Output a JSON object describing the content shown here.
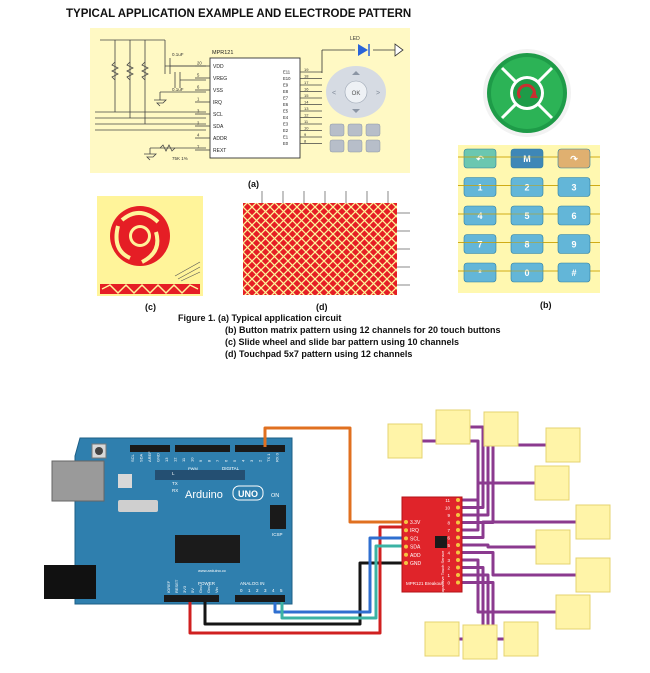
{
  "header": {
    "title": "TYPICAL APPLICATION EXAMPLE AND ELECTRODE PATTERN"
  },
  "circuit": {
    "chip": "MPR121",
    "led_label": "LED",
    "cap1": "0.1uF",
    "cap2": "0.1uF",
    "resistor": "75K 1%",
    "left_pins": [
      {
        "n": "20",
        "name": "VDD"
      },
      {
        "n": "5",
        "name": "VREG"
      },
      {
        "n": "6",
        "name": "VSS"
      },
      {
        "n": "1",
        "name": "IRQ"
      },
      {
        "n": "3",
        "name": "SCL"
      },
      {
        "n": "2",
        "name": "SDA"
      },
      {
        "n": "4",
        "name": "ADDR"
      },
      {
        "n": "7",
        "name": "REXT"
      }
    ],
    "right_pins": [
      {
        "n": "19",
        "name": "E11"
      },
      {
        "n": "18",
        "name": "E10"
      },
      {
        "n": "17",
        "name": "E9"
      },
      {
        "n": "16",
        "name": "E8"
      },
      {
        "n": "15",
        "name": "E7"
      },
      {
        "n": "14",
        "name": "E6"
      },
      {
        "n": "13",
        "name": "E5"
      },
      {
        "n": "12",
        "name": "E4"
      },
      {
        "n": "11",
        "name": "E3"
      },
      {
        "n": "10",
        "name": "E2"
      },
      {
        "n": "9",
        "name": "E1"
      },
      {
        "n": "8",
        "name": "E0"
      }
    ],
    "pad_labels": {
      "ok": "OK",
      "left": "<",
      "right": ">"
    },
    "caption": "(a)"
  },
  "keypad": {
    "keys": [
      "↶",
      "M",
      "↷",
      "1",
      "2",
      "3",
      "4",
      "5",
      "6",
      "7",
      "8",
      "9",
      "*",
      "0",
      "#"
    ],
    "caption": "(b)"
  },
  "wheel": {
    "caption": "(c)"
  },
  "touchpad": {
    "caption": "(d)"
  },
  "figure": {
    "line1": "Figure 1. (a) Typical application circuit",
    "lines": [
      "(b) Button matrix pattern using 12 channels for 20 touch buttons",
      "(c) Slide wheel and slide bar pattern using 10 channels",
      "(d) Touchpad 5x7 pattern using 12 channels"
    ]
  },
  "arduino": {
    "brand": "Arduino",
    "model": "UNO",
    "on": "ON",
    "icsp": "ICSP",
    "digital": "DIGITAL",
    "pwm": "PWM",
    "l": "L",
    "tx": "TX",
    "rx": "RX",
    "power": "POWER",
    "analog": "ANALOG IN",
    "website": "www.arduino.cc",
    "top_pins": [
      "SCL",
      "SDA",
      "AREF",
      "GND",
      "13",
      "12",
      "11",
      "10",
      "9",
      "8",
      "7",
      "6",
      "5",
      "4",
      "3",
      "2",
      "TX 1",
      "RX 0"
    ],
    "power_pins": [
      "IOREF",
      "RESET",
      "3V3",
      "5V",
      "Gnd",
      "Gnd",
      "Vin"
    ],
    "analog_pins": [
      "0",
      "1",
      "2",
      "3",
      "4",
      "5"
    ]
  },
  "breakout": {
    "pins_left": [
      "3.3V",
      "IRQ",
      "SCL",
      "SDA",
      "ADD",
      "GND"
    ],
    "pins_right": [
      "11",
      "10",
      "9",
      "8",
      "7",
      "6",
      "5",
      "4",
      "3",
      "2",
      "1",
      "0"
    ],
    "name": "MPR121 Breakout",
    "vert_label": "Capacitive Touch Sensor"
  },
  "colors": {
    "board": "#2f7fae",
    "breakout": "#e0242a",
    "pad": "#fff4a8",
    "wire_purple": "#8b3a8f",
    "wire_orange": "#e07020",
    "wire_blue": "#2f6fd0",
    "wire_teal": "#3bb3a4",
    "wire_red": "#d02020",
    "keypad_bg": "#fff8b0",
    "key": "#63b6d8"
  }
}
